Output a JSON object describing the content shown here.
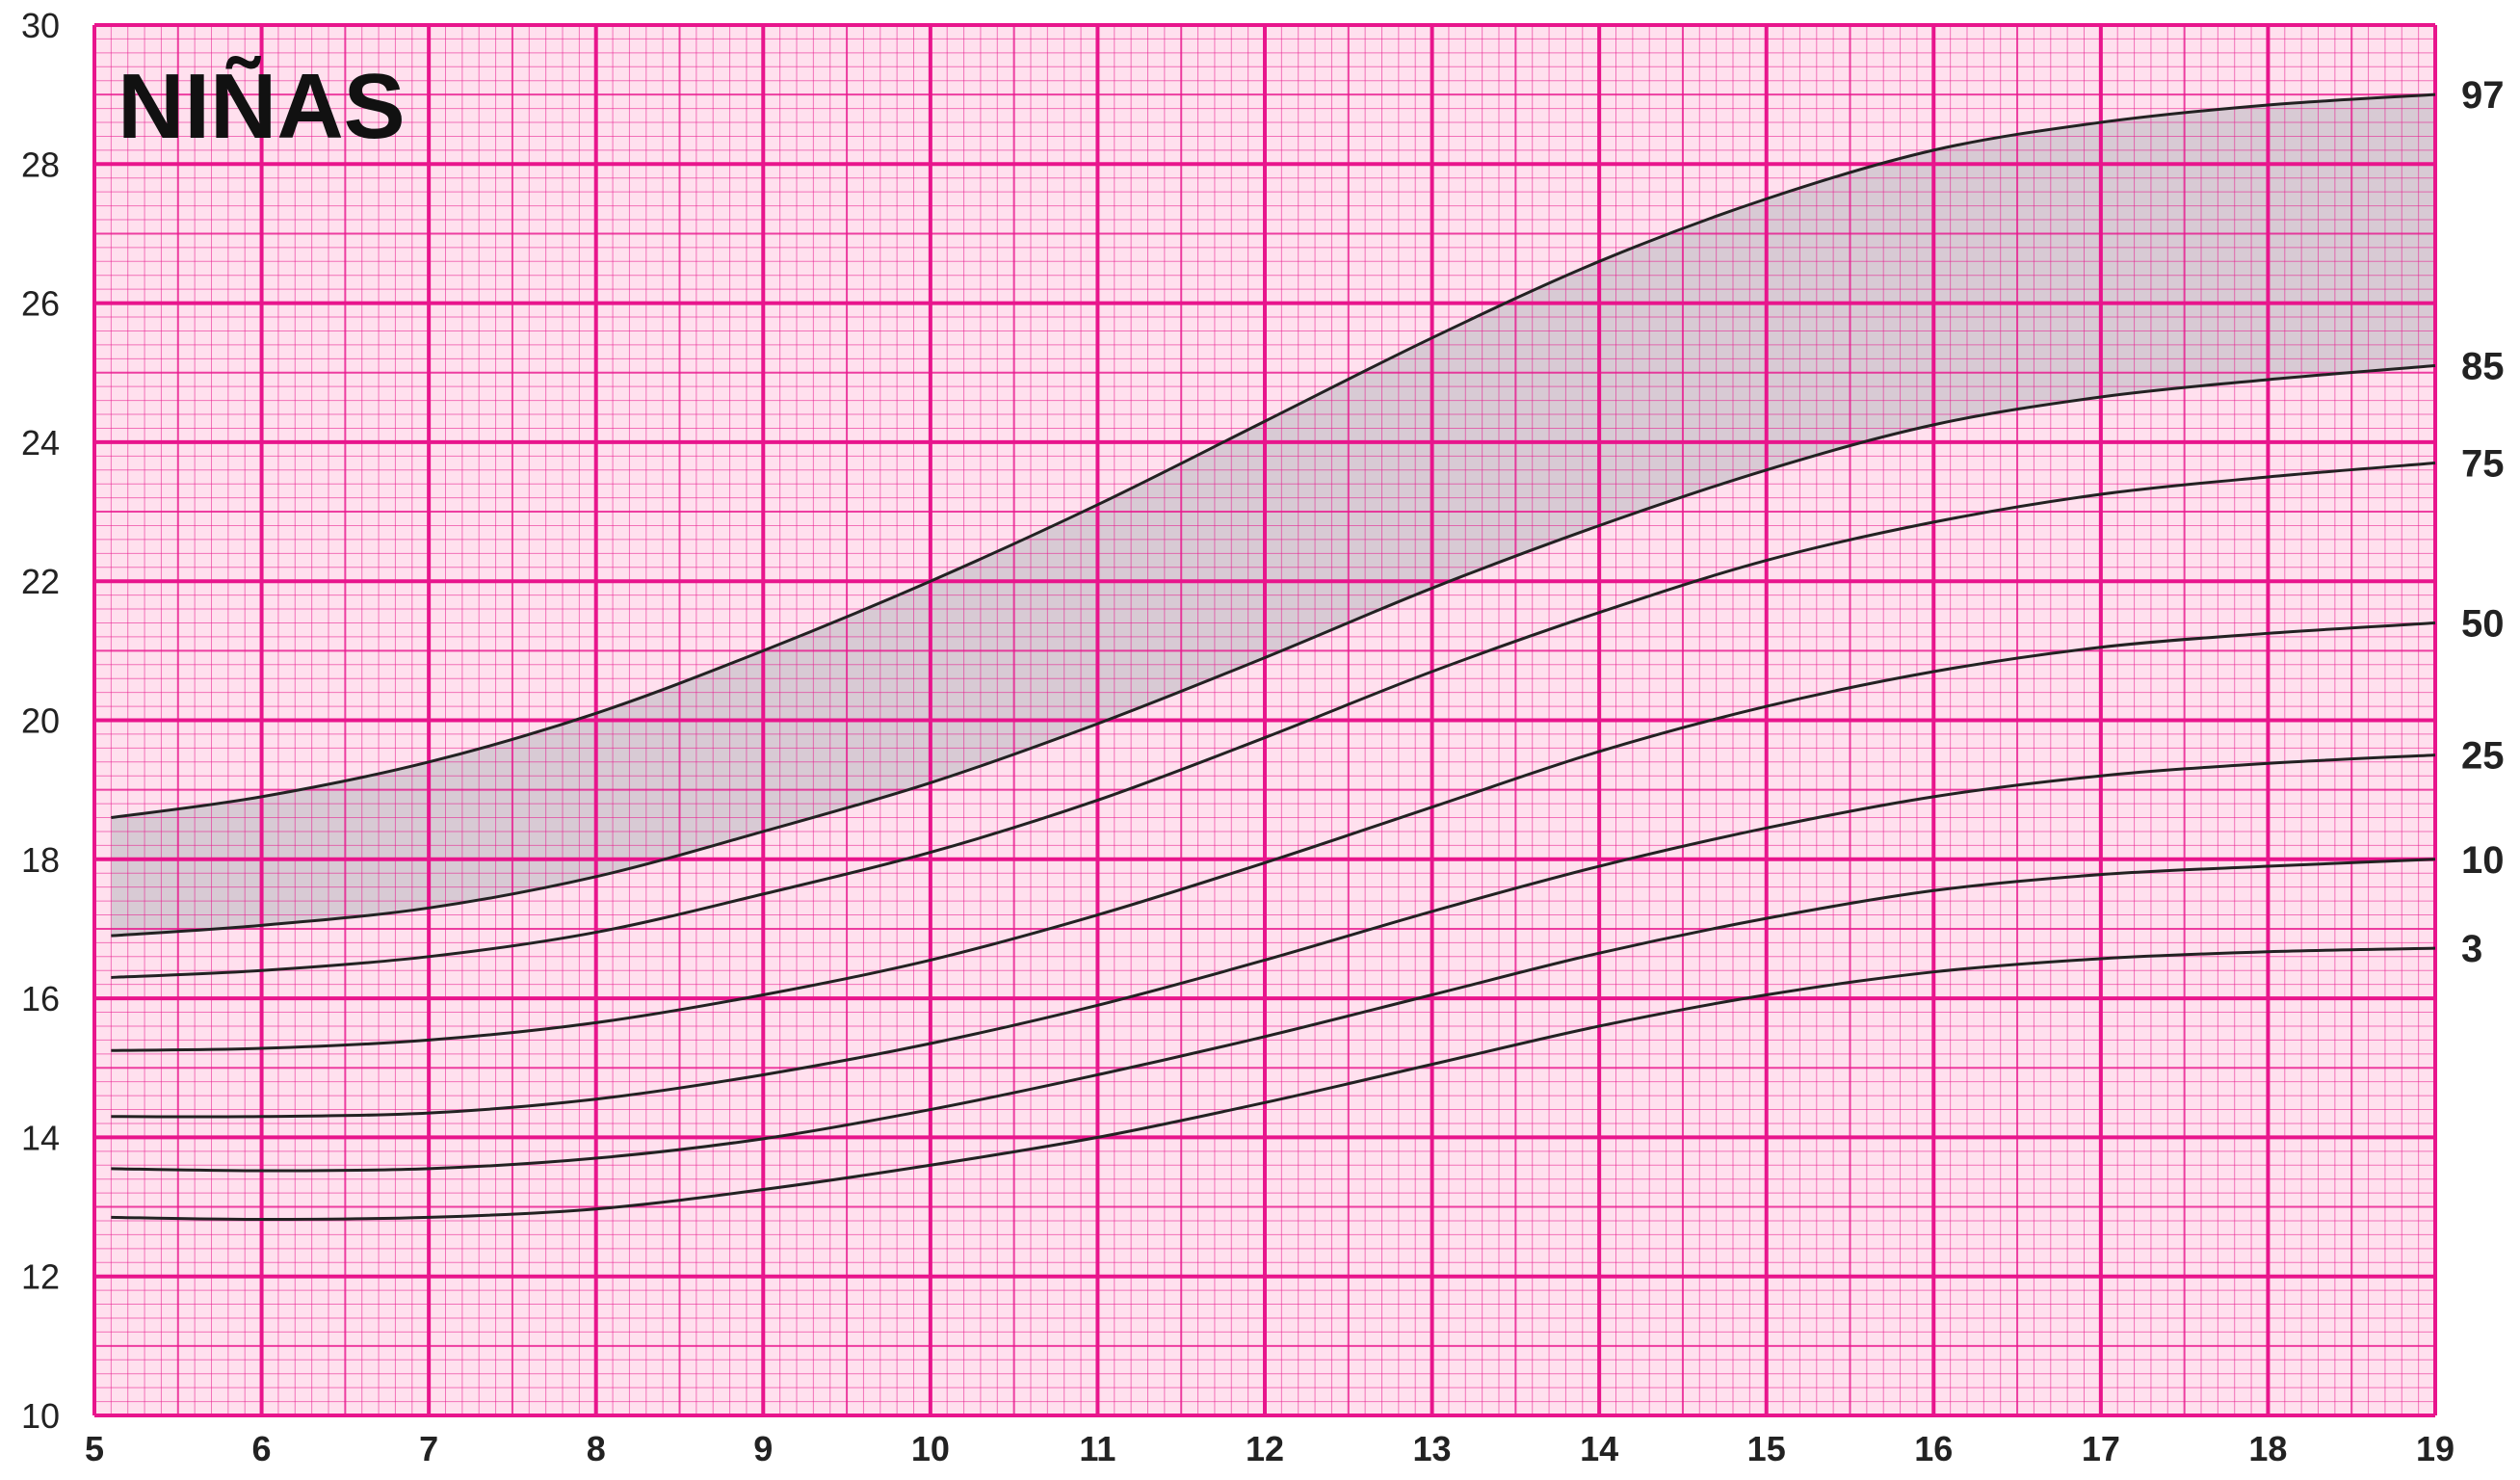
{
  "chart_data": {
    "type": "line",
    "title": "NIÑAS",
    "xlabel": "",
    "ylabel": "",
    "xlim": [
      5,
      19
    ],
    "ylim": [
      10,
      30
    ],
    "x_ticks": [
      "5",
      "6",
      "7",
      "8",
      "9",
      "10",
      "11",
      "12",
      "13",
      "14",
      "15",
      "16",
      "17",
      "18",
      "19"
    ],
    "y_ticks": [
      "10",
      "12",
      "14",
      "16",
      "18",
      "20",
      "22",
      "24",
      "26",
      "28",
      "30"
    ],
    "grid": true,
    "x": [
      5.1,
      6,
      7,
      8,
      9,
      10,
      11,
      12,
      13,
      14,
      15,
      16,
      17,
      18,
      19
    ],
    "series": [
      {
        "name": "97",
        "values": [
          18.6,
          18.9,
          19.4,
          20.1,
          21.0,
          22.0,
          23.1,
          24.3,
          25.5,
          26.6,
          27.5,
          28.2,
          28.6,
          28.85,
          29.0
        ]
      },
      {
        "name": "85",
        "values": [
          16.9,
          17.05,
          17.3,
          17.75,
          18.4,
          19.1,
          19.95,
          20.9,
          21.9,
          22.8,
          23.6,
          24.25,
          24.65,
          24.9,
          25.1
        ]
      },
      {
        "name": "75",
        "values": [
          16.3,
          16.4,
          16.6,
          16.95,
          17.5,
          18.1,
          18.85,
          19.75,
          20.7,
          21.55,
          22.3,
          22.85,
          23.25,
          23.5,
          23.7
        ]
      },
      {
        "name": "50",
        "values": [
          15.25,
          15.28,
          15.4,
          15.65,
          16.05,
          16.55,
          17.2,
          17.95,
          18.75,
          19.55,
          20.2,
          20.7,
          21.05,
          21.25,
          21.4
        ]
      },
      {
        "name": "25",
        "values": [
          14.3,
          14.3,
          14.35,
          14.55,
          14.9,
          15.35,
          15.9,
          16.55,
          17.25,
          17.9,
          18.45,
          18.9,
          19.2,
          19.38,
          19.5
        ]
      },
      {
        "name": "10",
        "values": [
          13.55,
          13.52,
          13.55,
          13.7,
          13.98,
          14.4,
          14.9,
          15.45,
          16.05,
          16.65,
          17.15,
          17.55,
          17.78,
          17.9,
          18.0
        ]
      },
      {
        "name": "3",
        "values": [
          12.85,
          12.82,
          12.85,
          12.97,
          13.25,
          13.6,
          14.0,
          14.5,
          15.05,
          15.6,
          16.05,
          16.38,
          16.57,
          16.67,
          16.72
        ]
      }
    ],
    "shaded_band": [
      "85",
      "97"
    ],
    "legend": "right",
    "colors": {
      "grid": "#e8158c",
      "line": "#222222",
      "band": "#d4c8d0",
      "title": "#111111"
    }
  }
}
